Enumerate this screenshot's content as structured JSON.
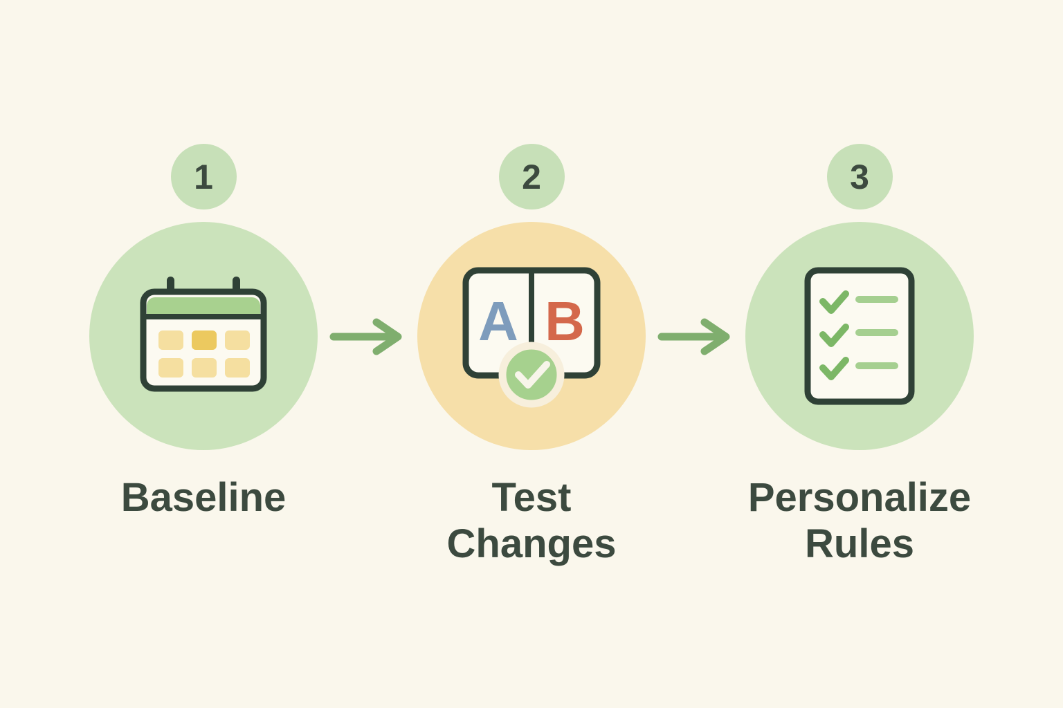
{
  "colors": {
    "background": "#FAF7EC",
    "text": "#3C4A3F",
    "badge_bg": "#C7E0B8",
    "green_circle": "#CBE3BB",
    "orange_circle": "#F6DFA9",
    "arrow": "#7FAE6E",
    "icon_outline": "#2F4136",
    "icon_card_fill": "#FCFAF1",
    "calendar_header": "#A8D18F",
    "calendar_square_pale": "#F5DFA0",
    "calendar_square_dark": "#ECC95F",
    "letter_a": "#7E9CBC",
    "letter_b": "#D4684B",
    "check_badge_fill": "#A6D18E",
    "check_badge_ring": "#F7EFDC",
    "check_badge_mark": "#F8F5EA",
    "checklist_check": "#7CB766",
    "checklist_line": "#A5CF90"
  },
  "steps": [
    {
      "number": "1",
      "label": "Baseline",
      "icon": "calendar-icon",
      "circle_color": "#CBE3BB"
    },
    {
      "number": "2",
      "label": "Test\nChanges",
      "icon": "ab-test-icon",
      "circle_color": "#F6DFA9",
      "letters": {
        "left": "A",
        "right": "B"
      }
    },
    {
      "number": "3",
      "label": "Personalize\nRules",
      "icon": "checklist-icon",
      "circle_color": "#CBE3BB"
    }
  ]
}
